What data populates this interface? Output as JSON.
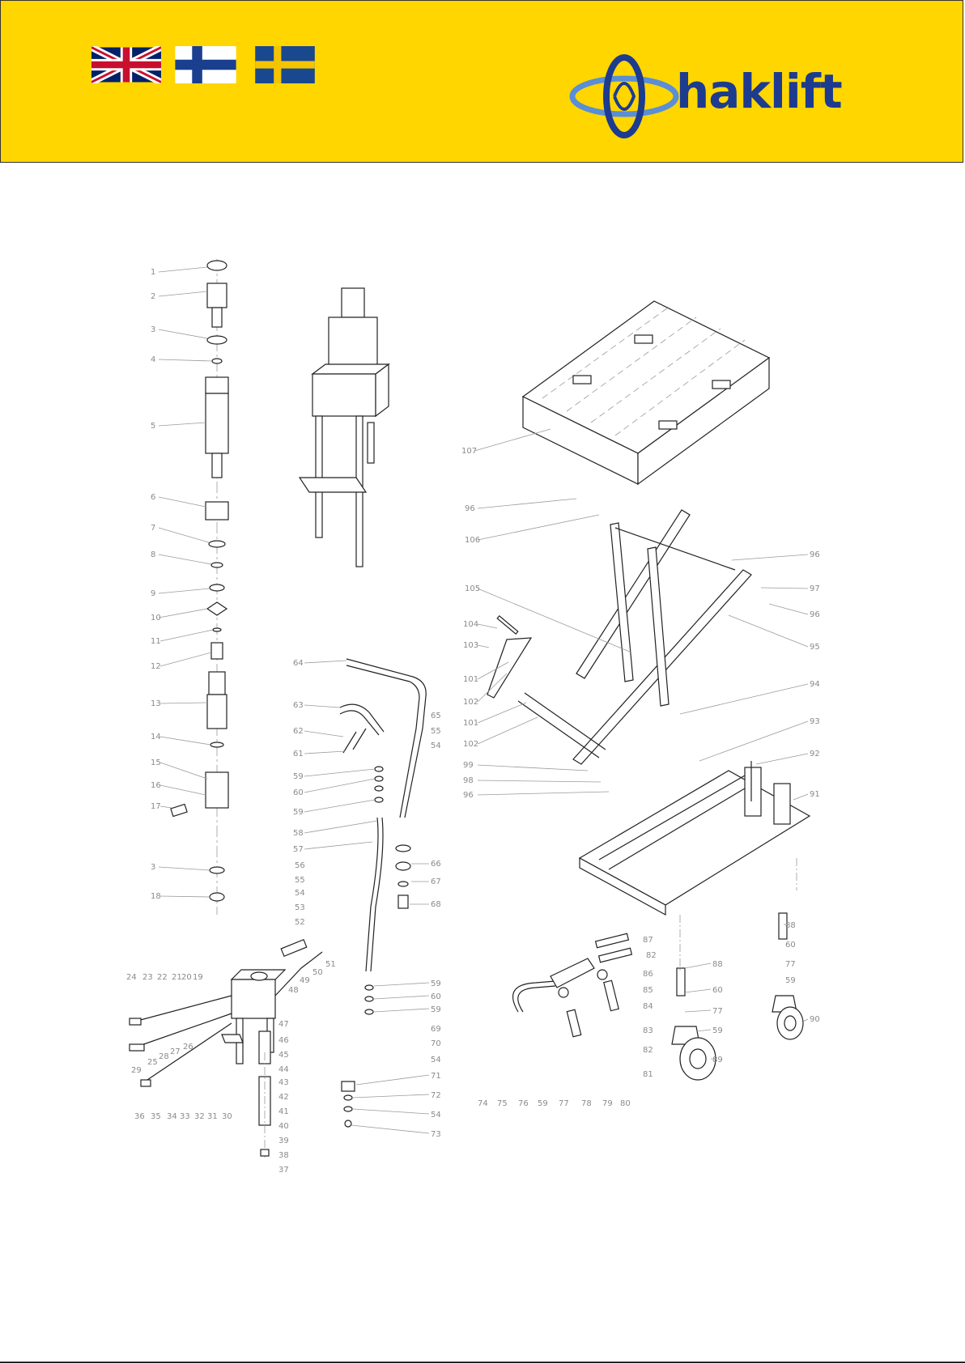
{
  "brand": {
    "name": "haklift",
    "color": "#1d3b8f",
    "accent": "#ffd600"
  },
  "flags": [
    {
      "name": "uk-flag-icon"
    },
    {
      "name": "finland-flag-icon"
    },
    {
      "name": "sweden-flag-icon"
    }
  ],
  "callouts": {
    "column": [
      "1",
      "2",
      "3",
      "4",
      "5",
      "6",
      "7",
      "8",
      "9",
      "10",
      "11",
      "12",
      "13",
      "14",
      "15",
      "16",
      "17",
      "3",
      "18"
    ],
    "base": [
      "24",
      "23",
      "22",
      "21",
      "20",
      "19",
      "29",
      "25",
      "28",
      "27",
      "26",
      "36",
      "35",
      "34",
      "33",
      "32",
      "31",
      "30",
      "47",
      "46",
      "45",
      "44",
      "43",
      "42",
      "41",
      "40",
      "39",
      "38",
      "37",
      "48",
      "49",
      "50",
      "51",
      "56",
      "55",
      "54",
      "53",
      "52"
    ],
    "handle": [
      "64",
      "63",
      "62",
      "61",
      "59",
      "60",
      "59",
      "58",
      "57",
      "65",
      "55",
      "54",
      "66",
      "67",
      "68",
      "59",
      "60",
      "59",
      "69",
      "70",
      "54",
      "71",
      "72",
      "54",
      "73"
    ],
    "platform": [
      "107",
      "96",
      "106",
      "96",
      "97",
      "96",
      "105",
      "104",
      "103",
      "101",
      "102",
      "101",
      "102",
      "95",
      "94",
      "99",
      "98",
      "96",
      "93",
      "92",
      "91"
    ],
    "wheels": [
      "87",
      "82",
      "86",
      "85",
      "84",
      "83",
      "82",
      "81",
      "80",
      "79",
      "78",
      "77",
      "59",
      "76",
      "75",
      "74",
      "88",
      "60",
      "77",
      "59",
      "89",
      "88",
      "60",
      "77",
      "59",
      "90"
    ]
  }
}
